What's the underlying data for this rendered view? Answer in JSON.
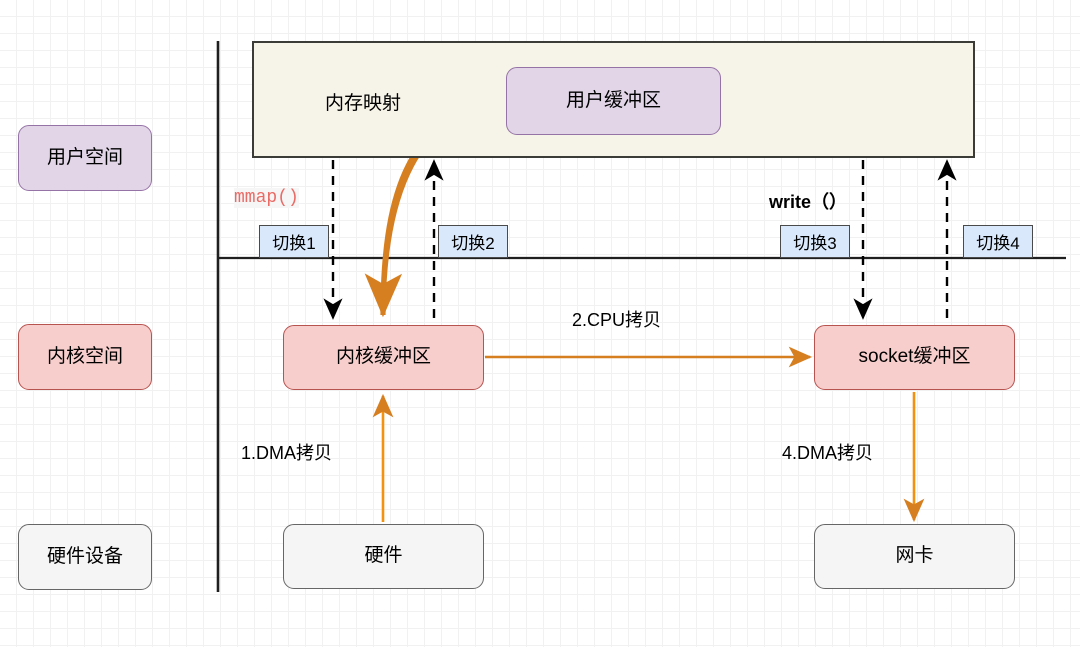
{
  "diagram": {
    "title": "mmap + write zero-copy data flow",
    "colors": {
      "user_fill": "#e1d5e7",
      "user_stroke": "#9673a6",
      "kernel_fill": "#f8cecc",
      "kernel_stroke": "#b85450",
      "hardware_fill": "#f5f5f5",
      "hardware_stroke": "#666666",
      "region_fill": "#f6f3e8",
      "region_stroke": "#3b3b37",
      "switch_fill": "#dae8fc",
      "switch_stroke": "#4a4a4a",
      "copy_arrow": "#d67f21",
      "mmap_text": "#ea6b66",
      "context_arrow": "#000000"
    },
    "legend": [
      {
        "key": "user-space",
        "label": "用户空间"
      },
      {
        "key": "kernel-space",
        "label": "内核空间"
      },
      {
        "key": "hardware-device",
        "label": "硬件设备"
      }
    ],
    "regions": {
      "user_region_label": "内存映射"
    },
    "nodes": [
      {
        "key": "user-buffer",
        "label": "用户缓冲区"
      },
      {
        "key": "kernel-buffer",
        "label": "内核缓冲区"
      },
      {
        "key": "socket-buffer",
        "label": "socket缓冲区"
      },
      {
        "key": "hardware",
        "label": "硬件"
      },
      {
        "key": "nic",
        "label": "网卡"
      }
    ],
    "syscalls": [
      {
        "key": "mmap",
        "label": "mmap()"
      },
      {
        "key": "write",
        "label": "write（）"
      }
    ],
    "context_switches": [
      {
        "key": "switch-1",
        "label": "切换1"
      },
      {
        "key": "switch-2",
        "label": "切换2"
      },
      {
        "key": "switch-3",
        "label": "切换3"
      },
      {
        "key": "switch-4",
        "label": "切换4"
      }
    ],
    "copy_steps": [
      {
        "key": "dma-read",
        "label": "1.DMA拷贝"
      },
      {
        "key": "cpu-copy",
        "label": "2.CPU拷贝"
      },
      {
        "key": "dma-write",
        "label": "4.DMA拷贝"
      }
    ]
  }
}
